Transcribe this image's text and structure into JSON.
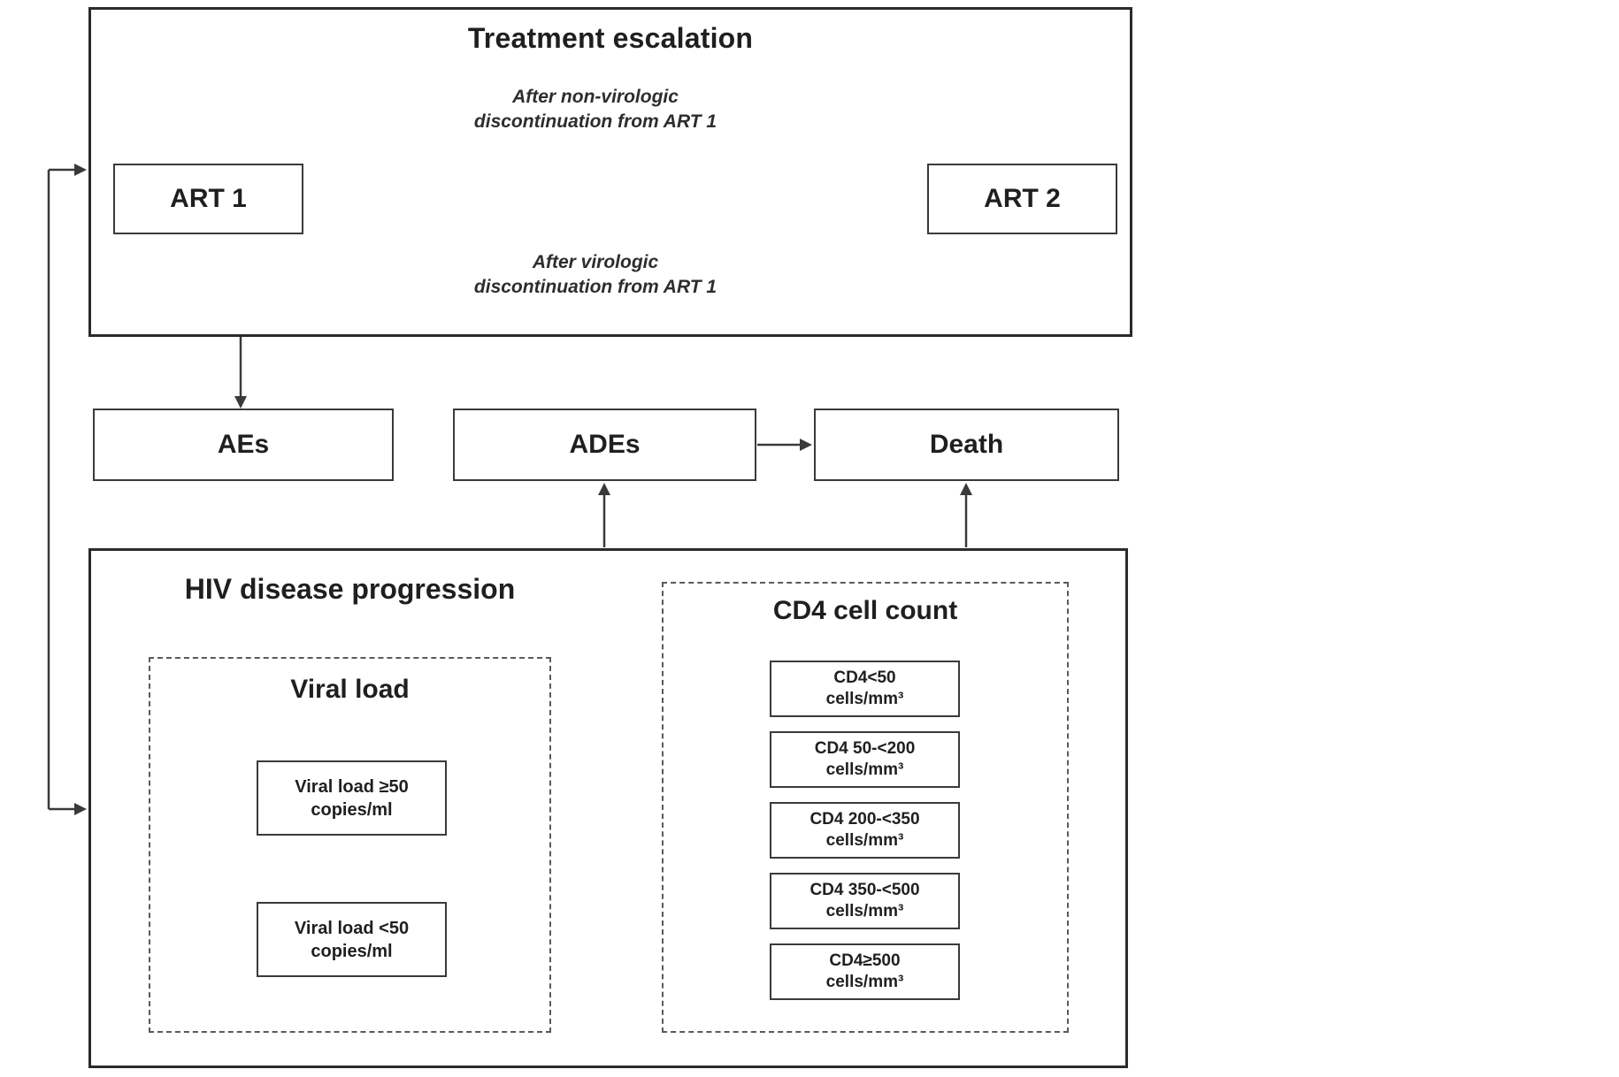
{
  "treatment_escalation": {
    "title": "Treatment escalation",
    "art1": "ART 1",
    "art2": "ART 2",
    "path_nonvirologic": {
      "line1": "After non-virologic",
      "line2": "discontinuation from ART 1"
    },
    "path_virologic": {
      "line1": "After virologic",
      "line2": "discontinuation from ART 1"
    }
  },
  "events": {
    "aes": "AEs",
    "ades": "ADEs",
    "death": "Death"
  },
  "progression": {
    "title": "HIV disease progression",
    "viral_load": {
      "title": "Viral load",
      "high": {
        "range": "Viral load ≥50",
        "unit": "copies/ml"
      },
      "low": {
        "range": "Viral load <50",
        "unit": "copies/ml"
      }
    },
    "cd4": {
      "title": "CD4 cell count",
      "levels": [
        {
          "range": "CD4<50",
          "unit": "cells/mm³"
        },
        {
          "range": "CD4 50-<200",
          "unit": "cells/mm³"
        },
        {
          "range": "CD4 200-<350",
          "unit": "cells/mm³"
        },
        {
          "range": "CD4 350-<500",
          "unit": "cells/mm³"
        },
        {
          "range": "CD4≥500",
          "unit": "cells/mm³"
        }
      ]
    }
  },
  "colors": {
    "line_dark": "#3a3a3a",
    "line_gray": "#b5b5b5"
  }
}
